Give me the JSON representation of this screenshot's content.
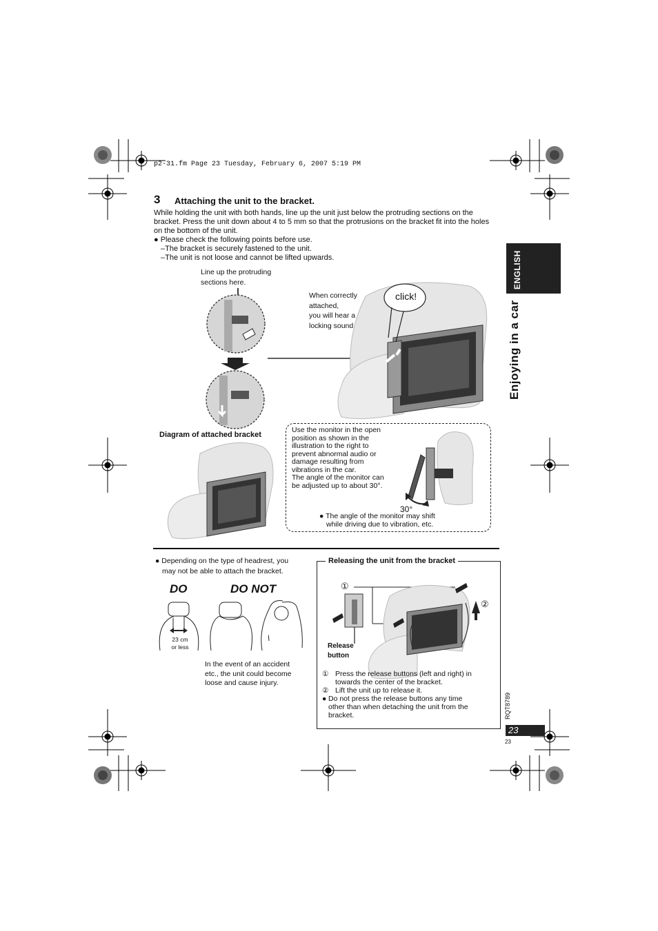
{
  "header": {
    "file_info": "p2-31.fm  Page 23  Tuesday, February 6, 2007  5:19 PM"
  },
  "side": {
    "english_tab": "ENGLISH",
    "section_title": "Enjoying in a car",
    "model_code": "RQT8789"
  },
  "step3": {
    "number": "3",
    "heading": "Attaching the unit to the bracket.",
    "para": [
      "While holding the unit with both hands, line up the unit just below the protruding sections on the",
      "bracket. Press the unit down about 4 to 5 mm so that the protrusions on the bracket fit into the holes",
      "on the bottom of the unit."
    ],
    "check_bullet": "Please check the following points before use.",
    "checks": [
      "–The bracket is securely fastened to the unit.",
      "–The unit is not loose and cannot be lifted upwards."
    ],
    "lineup_note": [
      "Line up the protruding",
      "sections here."
    ],
    "click_note": [
      "When correctly",
      "attached,",
      "you will hear a",
      "locking sound."
    ],
    "click_label": "click!",
    "diagram_caption": "Diagram of attached bracket"
  },
  "monitor_note": {
    "text": [
      "Use the monitor in the open",
      "position as shown in the",
      "illustration to the right to",
      "prevent abnormal audio or",
      "damage resulting from",
      "vibrations in the car.",
      "The angle of the monitor can",
      "be adjusted up to about 30°."
    ],
    "angle_label": "30°",
    "shift_bullet": [
      "The angle of the monitor may shift",
      "while driving due to vibration, etc."
    ]
  },
  "headrest": {
    "bullet": [
      "Depending on the type of headrest, you",
      "may not be able to attach the bracket."
    ],
    "do_label": "DO",
    "do_not_label": "DO NOT",
    "width_label": [
      "23 cm",
      "or less"
    ],
    "warning": [
      "In the event of an accident",
      "etc., the unit could become",
      "loose and cause injury."
    ]
  },
  "release": {
    "title": "Releasing the unit from the bracket",
    "marker1": "①",
    "marker2": "②",
    "release_label": [
      "Release",
      "button"
    ],
    "step1": [
      "Press the release buttons (left and right) in",
      "towards the center of the bracket."
    ],
    "step2": "Lift the unit up to release it.",
    "note": [
      "Do not press the release buttons any time",
      "other than when detaching the unit from the",
      "bracket."
    ]
  },
  "footer": {
    "page_number": "23",
    "small_page": "23"
  },
  "colors": {
    "tab_bg": "#222222",
    "illustration_gray": "#cccccc"
  }
}
